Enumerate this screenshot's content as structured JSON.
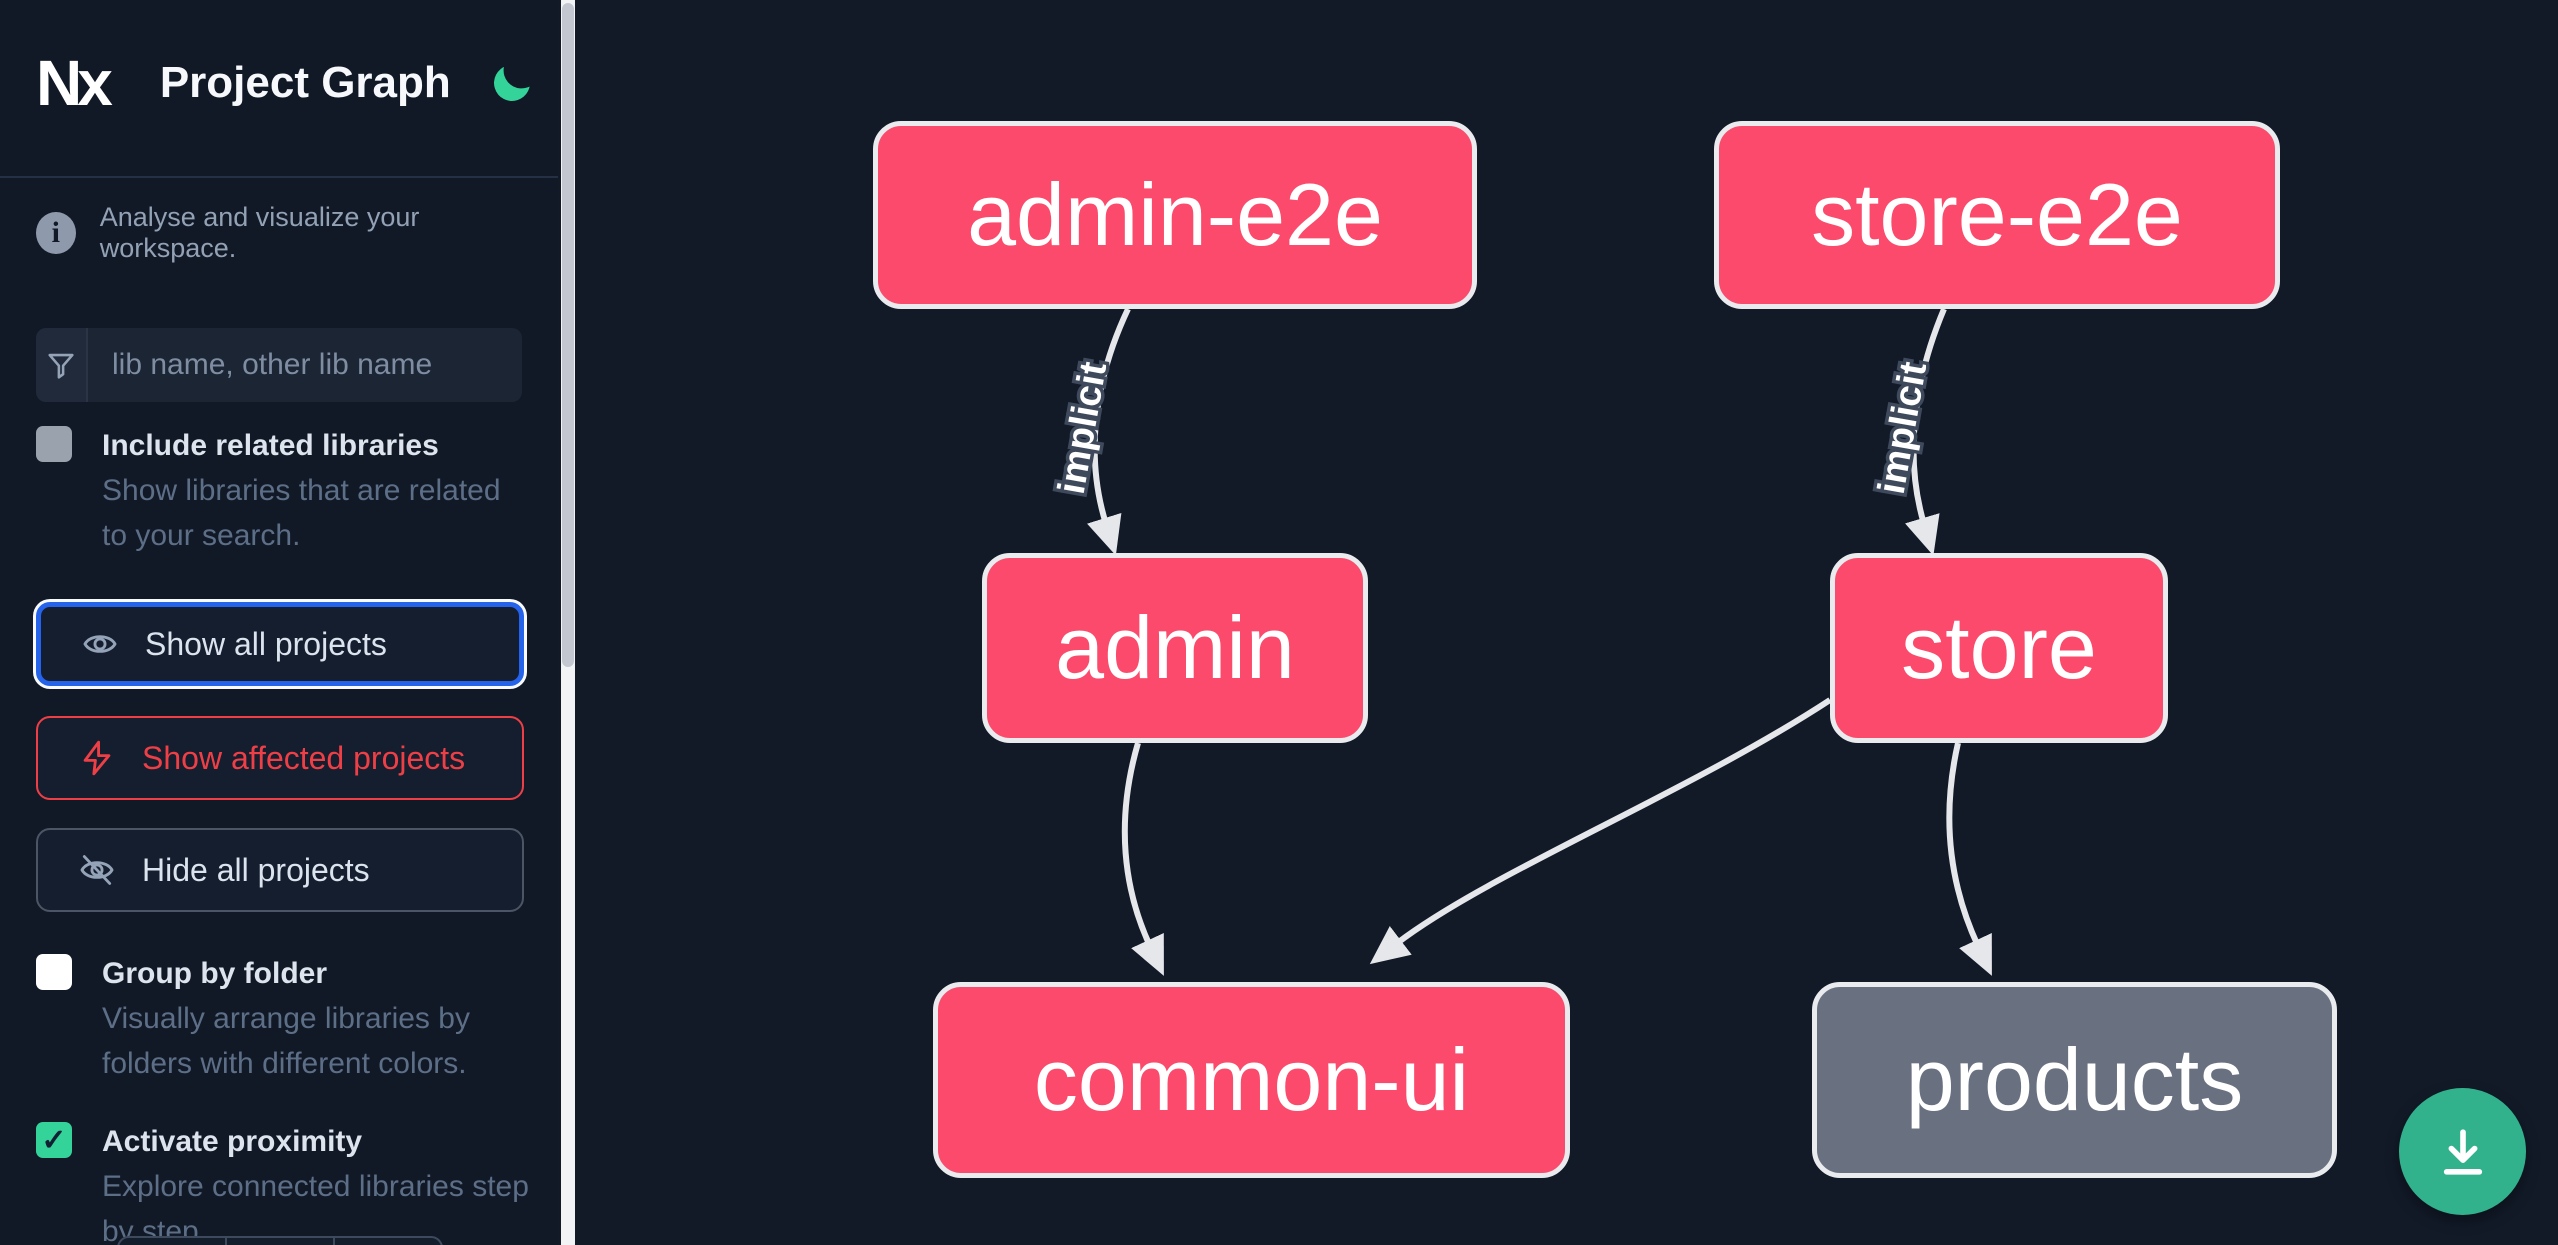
{
  "header": {
    "logo_text": "Nx",
    "title": "Project Graph"
  },
  "sidebar": {
    "info_text": "Analyse and visualize your workspace.",
    "search_placeholder": "lib name, other lib name",
    "filters": {
      "include_related": {
        "label": "Include related libraries",
        "description": "Show libraries that are related to your search.",
        "checked": false
      }
    },
    "actions": {
      "show_all": {
        "label": "Show all projects"
      },
      "show_affected": {
        "label": "Show affected projects"
      },
      "hide_all": {
        "label": "Hide all projects"
      }
    },
    "display": {
      "group_by_folder": {
        "label": "Group by folder",
        "description": "Visually arrange libraries by folders with different colors.",
        "checked": false
      },
      "activate_proximity": {
        "label": "Activate proximity",
        "description": "Explore connected libraries step by step.",
        "checked": true
      }
    }
  },
  "icons": {
    "info_glyph": "i",
    "check_glyph": "✓"
  },
  "graph": {
    "nodes": [
      {
        "label": "admin-e2e",
        "type": "app-e2e",
        "color": "#fb4a6b"
      },
      {
        "label": "store-e2e",
        "type": "app-e2e",
        "color": "#fb4a6b"
      },
      {
        "label": "admin",
        "type": "app",
        "color": "#fb4a6b"
      },
      {
        "label": "store",
        "type": "app",
        "color": "#fb4a6b"
      },
      {
        "label": "common-ui",
        "type": "lib",
        "color": "#fb4a6b"
      },
      {
        "label": "products",
        "type": "lib",
        "color": "#697181"
      }
    ],
    "edges": [
      {
        "from": "admin-e2e",
        "to": "admin",
        "label": "implicit"
      },
      {
        "from": "store-e2e",
        "to": "store",
        "label": "implicit"
      },
      {
        "from": "admin",
        "to": "common-ui",
        "label": ""
      },
      {
        "from": "store",
        "to": "common-ui",
        "label": ""
      },
      {
        "from": "store",
        "to": "products",
        "label": ""
      }
    ]
  },
  "colors": {
    "background": "#121a28",
    "node_pink": "#fb4a6b",
    "node_gray": "#697181",
    "node_border": "#e9ebee",
    "edge": "#e5e7eb",
    "accent_blue": "#2563eb",
    "accent_red": "#ee3f47",
    "accent_green": "#34d399",
    "download_green": "#32b28c"
  }
}
